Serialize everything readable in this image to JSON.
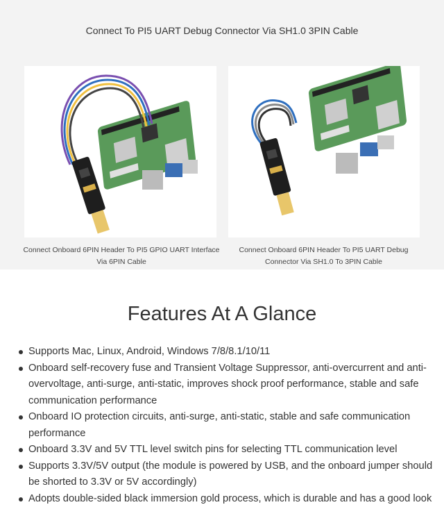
{
  "top_title": "Connect To PI5 UART Debug Connector Via SH1.0 3PIN Cable",
  "images": [
    {
      "caption_line1": "Connect Onboard 6PIN Header To PI5 GPIO UART Interface",
      "caption_line2": "Via 6PIN Cable"
    },
    {
      "caption_line1": "Connect Onboard 6PIN Header To PI5 UART Debug",
      "caption_line2": "Connector Via SH1.0 To 3PIN Cable"
    }
  ],
  "features_heading": "Features At A Glance",
  "features": [
    "Supports Mac, Linux, Android, Windows 7/8/8.1/10/11",
    "Onboard self-recovery fuse and Transient Voltage Suppressor, anti-overcurrent and anti-overvoltage, anti-surge, anti-static, improves shock proof performance, stable and safe communication performance",
    "Onboard IO protection circuits, anti-surge, anti-static, stable and safe communication performance",
    "Onboard 3.3V and 5V TTL level switch pins for selecting TTL communication level",
    "Supports 3.3V/5V output (the module is powered by USB, and the onboard jumper should be shorted to 3.3V or 5V accordingly)",
    "Adopts double-sided black immersion gold process, which is durable and has a good look"
  ]
}
